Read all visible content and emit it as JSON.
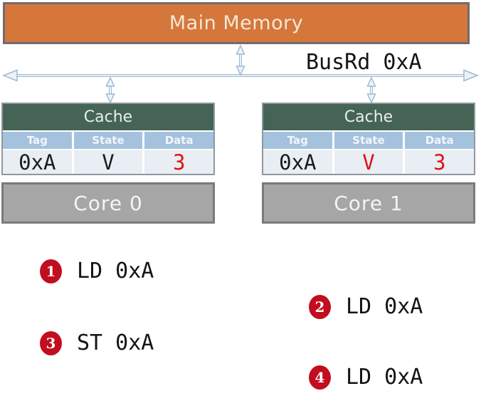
{
  "memory": {
    "label": "Main Memory"
  },
  "bus": {
    "label": "BusRd 0xA"
  },
  "caches": [
    {
      "title": "Cache",
      "columns": [
        "Tag",
        "State",
        "Data"
      ],
      "row": {
        "tag": "0xA",
        "state": "V",
        "data": "3",
        "tag_color": "#1b1b1b",
        "state_color": "#1b1b1b",
        "data_color": "#e01212"
      }
    },
    {
      "title": "Cache",
      "columns": [
        "Tag",
        "State",
        "Data"
      ],
      "row": {
        "tag": "0xA",
        "state": "V",
        "data": "3",
        "tag_color": "#1b1b1b",
        "state_color": "#e01212",
        "data_color": "#e01212"
      }
    }
  ],
  "cores": [
    {
      "label": "Core 0"
    },
    {
      "label": "Core 1"
    }
  ],
  "operations": [
    {
      "num": "1",
      "text": "LD 0xA"
    },
    {
      "num": "2",
      "text": "LD 0xA"
    },
    {
      "num": "3",
      "text": "ST 0xA"
    },
    {
      "num": "4",
      "text": "LD 0xA"
    }
  ],
  "colors": {
    "memory_fill": "#d5763b",
    "memory_border": "#6f6b72",
    "memory_text": "#f4e9d6",
    "cache_header": "#456456",
    "cache_header_text": "#e7efe9",
    "table_header": "#a4c2de",
    "table_header_text": "#f2f6fb",
    "table_border": "#8f979f",
    "row_bg": "#e9eef4",
    "core_fill": "#a6a6a6",
    "core_border": "#7a7a7a",
    "core_text": "#f4f4f4",
    "badge_red": "#c20d1f",
    "value_red": "#e01212",
    "text_dark": "#1b1b1b",
    "arrow_blue": "#9fb9d3",
    "arrow_head_fill": "#edf2f8"
  }
}
